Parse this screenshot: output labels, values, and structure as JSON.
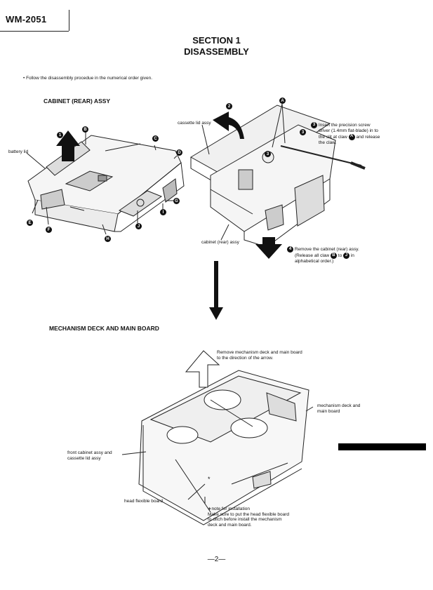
{
  "header": {
    "model": "WM-2051",
    "section": "SECTION 1",
    "title": "DISASSEMBLY"
  },
  "intro": "• Follow the disassembly procedue in the numerical order given.",
  "cabinet_section": {
    "heading": "CABINET (REAR) ASSY",
    "labels": {
      "battery_lid": "battery lid",
      "cassette_lid_assy": "cassette lid assy",
      "cabinet_rear_assy": "cabinet (rear) assy"
    },
    "callouts": [
      "1",
      "2",
      "3",
      "4",
      "A",
      "B",
      "C",
      "D",
      "E",
      "F",
      "G",
      "H",
      "I",
      "J"
    ],
    "step3": {
      "number": "3",
      "line1": "Insert  the  precision  screw",
      "line2": "driver (1.4mm flat-blade) in to",
      "line3": "the slit at claw",
      "claw": "A",
      "line3b": "and release",
      "line4": "the claw."
    },
    "step4": {
      "number": "4",
      "line1": "Remove the cabinet (rear) assy.",
      "line2a": "(Release all claw",
      "claw_from": "B",
      "line2b": "to",
      "claw_to": "J",
      "line2c": "in",
      "line3": "alphabetical order.)"
    }
  },
  "mechanism_section": {
    "heading": "MECHANISM DECK AND MAIN BOARD",
    "remove_note": {
      "line1": "Remove mechanism deck and main board",
      "line2": "to the direction of the arrow."
    },
    "labels": {
      "mechanism_deck_line1": "mechanism deck and",
      "mechanism_deck_line2": "main board",
      "front_cabinet_line1": "front cabinet assy and",
      "front_cabinet_line2": "cassette lid assy",
      "head_flexible_board": "head flexible board",
      "asterisk": "*"
    },
    "install_note": {
      "line1": "∗note for installation",
      "line2": "Make sure to put the head flexible board",
      "line3": "to ditch before install the mechanism",
      "line4": "deck and main board."
    }
  },
  "footer": {
    "page_number": "—2—"
  }
}
